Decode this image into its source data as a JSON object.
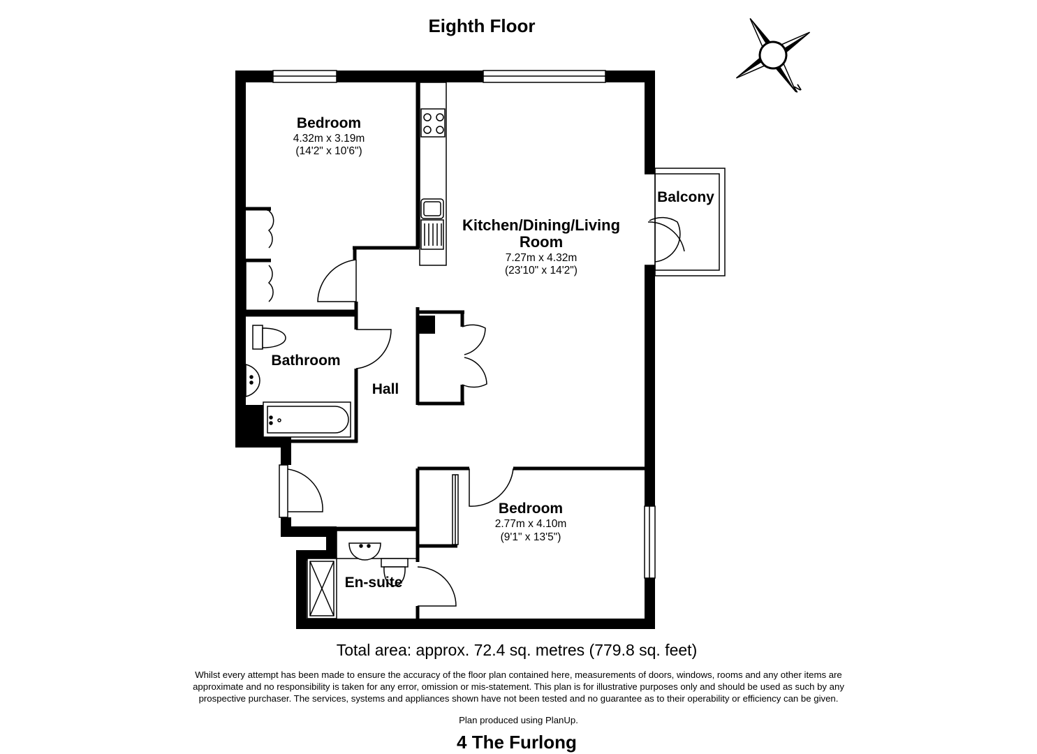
{
  "floor_title": "Eighth Floor",
  "compass_letter": "N",
  "rooms": {
    "bedroom_1": {
      "name": "Bedroom",
      "metric": "4.32m x 3.19m",
      "imperial": "(14'2\" x 10'6\")"
    },
    "kitchen": {
      "name_line1": "Kitchen/Dining/Living",
      "name_line2": "Room",
      "metric": "7.27m x 4.32m",
      "imperial": "(23'10\" x 14'2\")"
    },
    "balcony": {
      "name": "Balcony"
    },
    "bathroom": {
      "name": "Bathroom"
    },
    "hall": {
      "name": "Hall"
    },
    "bedroom_2": {
      "name": "Bedroom",
      "metric": "2.77m x 4.10m",
      "imperial": "(9'1\" x 13'5\")"
    },
    "ensuite": {
      "name": "En-suite"
    }
  },
  "total_area": "Total area: approx. 72.4 sq. metres (779.8 sq. feet)",
  "disclaimer": "Whilst every attempt has been made to ensure the accuracy of the floor plan contained here, measurements of doors, windows, rooms and any other items are approximate and no responsibility is taken for any error, omission or mis-statement. This plan is for illustrative purposes only and should be used as such by any prospective purchaser. The services, systems and appliances shown have not been tested and no guarantee as to their operability or efficiency can be given.",
  "produced_by": "Plan produced using PlanUp.",
  "address": "4 The Furlong",
  "colors": {
    "wall": "#000000",
    "line": "#000000",
    "fixture_fill": "#ffffff"
  },
  "icons": [
    "compass-icon",
    "hob-icon",
    "sink-icon",
    "toilet-icon",
    "basin-icon",
    "bath-icon",
    "shower-tray-icon"
  ]
}
